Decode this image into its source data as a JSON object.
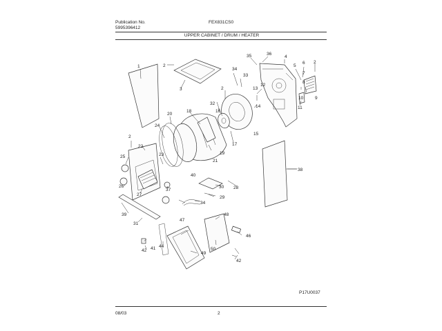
{
  "header": {
    "publication_label": "Publication No.",
    "publication_number": "5995396412",
    "model": "FEX831CS0",
    "section_title": "UPPER CABINET / DRUM / HEATER"
  },
  "footer": {
    "drawing_code": "P17U0037",
    "date": "08/03",
    "page_number": "2"
  },
  "callouts": [
    "1",
    "2",
    "3",
    "4",
    "5",
    "6",
    "7",
    "8",
    "9",
    "10",
    "11",
    "12",
    "13",
    "14",
    "15",
    "16",
    "17",
    "18",
    "19",
    "20",
    "21",
    "22",
    "23",
    "24",
    "25",
    "26",
    "27",
    "28",
    "29",
    "30",
    "31",
    "32",
    "33",
    "34",
    "35",
    "36",
    "37",
    "38",
    "39",
    "40",
    "41",
    "42",
    "44",
    "46",
    "47",
    "48",
    "49",
    "50"
  ],
  "callout_positions_note": ""
}
